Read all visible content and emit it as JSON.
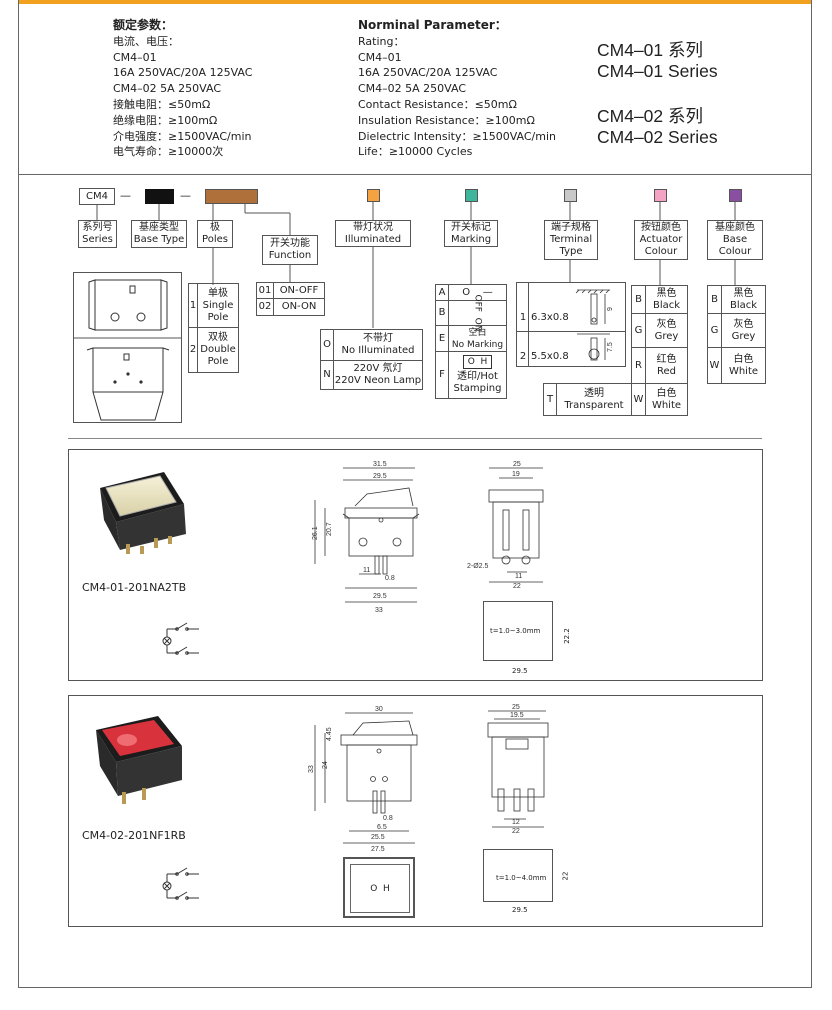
{
  "colors": {
    "accent": "#f2a11f",
    "swatch_black": "#111111",
    "swatch_base_type": "#b0703a",
    "swatch_illuminated": "#f5a340",
    "swatch_marking": "#3fb69b",
    "swatch_terminal": "#c8c8c8",
    "swatch_actuator": "#f4a3c4",
    "swatch_base_colour": "#8a4fa3"
  },
  "header": {
    "cn_title": "额定参数：",
    "cn_lines": [
      "电流、电压：",
      "CM4–01",
      "16A 250VAC/20A 125VAC",
      "CM4–02 5A 250VAC",
      "接触电阻：≤50mΩ",
      "绝缘电阻：≥100mΩ",
      "介电强度：≥1500VAC/min",
      "电气寿命：≥10000次"
    ],
    "en_title": "Norminal Parameter：",
    "en_lines": [
      "Rating：",
      "CM4–01",
      "16A 250VAC/20A 125VAC",
      "CM4–02 5A 250VAC",
      "Contact Resistance：≤50mΩ",
      "Insulation Resistance：≥100mΩ",
      "Dielectric Intensity：≥1500VAC/min",
      "Life：≥10000 Cycles"
    ],
    "series1_cn": "CM4–01 系列",
    "series1_en": "CM4–01 Series",
    "series2_cn": "CM4–02 系列",
    "series2_en": "CM4–02 Series"
  },
  "code": {
    "prefix": "CM4",
    "dash": "—",
    "series_label": "系列号\nSeries",
    "base_type_label": "基座类型\nBase Type",
    "poles_label": "极\nPoles",
    "function_label": "开关功能\nFunction",
    "illuminated_label": "带灯状况\nIlluminated",
    "marking_label": "开关标记\nMarking",
    "terminal_label": "端子规格\nTerminal\nType",
    "actuator_label": "按钮颜色\nActuator\nColour",
    "base_colour_label": "基座颜色\nBase\nColour"
  },
  "poles": [
    {
      "code": "1",
      "text": "单极\nSingle\nPole"
    },
    {
      "code": "2",
      "text": "双极\nDouble\nPole"
    }
  ],
  "functions": [
    {
      "code": "01",
      "text": "ON-OFF"
    },
    {
      "code": "02",
      "text": "ON-ON"
    }
  ],
  "illumination": [
    {
      "code": "O",
      "text": "不带灯\nNo Illuminated"
    },
    {
      "code": "N",
      "text": "220V 氖灯\n220V Neon Lamp"
    }
  ],
  "marking": [
    {
      "code": "A",
      "text": "O    —"
    },
    {
      "code": "B",
      "text": "OFF  ON"
    },
    {
      "code": "E",
      "text": "空白\nNo Marking"
    },
    {
      "code": "F",
      "text": "透印/Hot\nStamping"
    }
  ],
  "marking_symbol_f": "O  H",
  "terminals": [
    {
      "code": "1",
      "text": "6.3x0.8"
    },
    {
      "code": "2",
      "text": "5.5x0.8"
    }
  ],
  "actuator_colours": [
    {
      "code": "B",
      "text": "黑色\nBlack"
    },
    {
      "code": "G",
      "text": "灰色\nGrey"
    },
    {
      "code": "R",
      "text": "红色\nRed"
    },
    {
      "code": "W",
      "text": "白色\nWhite"
    }
  ],
  "transparent": {
    "code": "T",
    "text": "透明\nTransparent"
  },
  "base_colours": [
    {
      "code": "B",
      "text": "黑色\nBlack"
    },
    {
      "code": "G",
      "text": "灰色\nGrey"
    },
    {
      "code": "W",
      "text": "白色\nWhite"
    }
  ],
  "products": [
    {
      "model": "CM4-01-201NA2TB",
      "dims_front": [
        "31.5",
        "29.5",
        "20.7",
        "26.1",
        "0.8",
        "11",
        "29.5",
        "33"
      ],
      "dims_side": [
        "25",
        "19",
        "2-Ø2.5",
        "11",
        "22"
      ],
      "cutout": {
        "note": "t=1.0~3.0mm",
        "w": "29.5",
        "h": "22.2"
      }
    },
    {
      "model": "CM4-02-201NF1RB",
      "dims_front": [
        "30",
        "4.45",
        "24",
        "33",
        "0.8",
        "6.5",
        "25.5",
        "27.5"
      ],
      "dims_side": [
        "25",
        "19.5",
        "12",
        "22"
      ],
      "cutout": {
        "note": "t=1.0~4.0mm",
        "w": "29.5",
        "h": "22"
      },
      "marking_symbols": "O  H"
    }
  ],
  "terminal_dims": [
    "9",
    "7.5"
  ]
}
